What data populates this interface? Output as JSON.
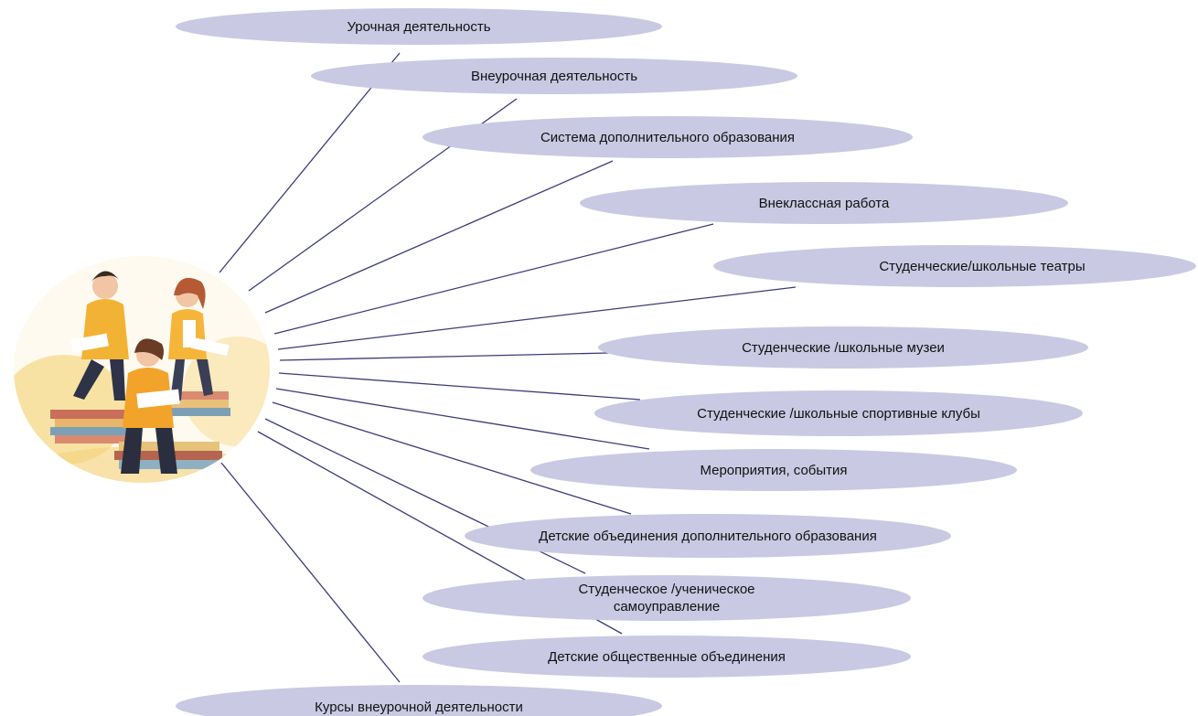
{
  "nodes": [
    {
      "id": "urochnaya",
      "label": "Урочная  деятельность"
    },
    {
      "id": "vneurochnaya",
      "label": "Внеурочная деятельность"
    },
    {
      "id": "dop-obrazovanie",
      "label": "Система дополнительного образования"
    },
    {
      "id": "vneklassnaya",
      "label": "Внеклассная работа"
    },
    {
      "id": "teatry",
      "label": "Студенческие/школьные театры"
    },
    {
      "id": "muzei",
      "label": "Студенческие /школьные музеи"
    },
    {
      "id": "sport-kluby",
      "label": "Студенческие /школьные спортивные клубы"
    },
    {
      "id": "meropriyatiya",
      "label": "Мероприятия, события"
    },
    {
      "id": "detskie-obedineniya-dop",
      "label": "Детские объединения дополнительного образования"
    },
    {
      "id": "samoupravlenie",
      "label": "Студенческое /ученическое самоуправление"
    },
    {
      "id": "obshchestvennye",
      "label": "Детские общественные объединения"
    },
    {
      "id": "kursy",
      "label": "Курсы внеурочной деятельности"
    }
  ],
  "colors": {
    "ellipse_fill": "#c9c9e3",
    "connector": "#3b3b7a",
    "text": "#111111"
  },
  "central_image": "students-reading-on-books-illustration"
}
